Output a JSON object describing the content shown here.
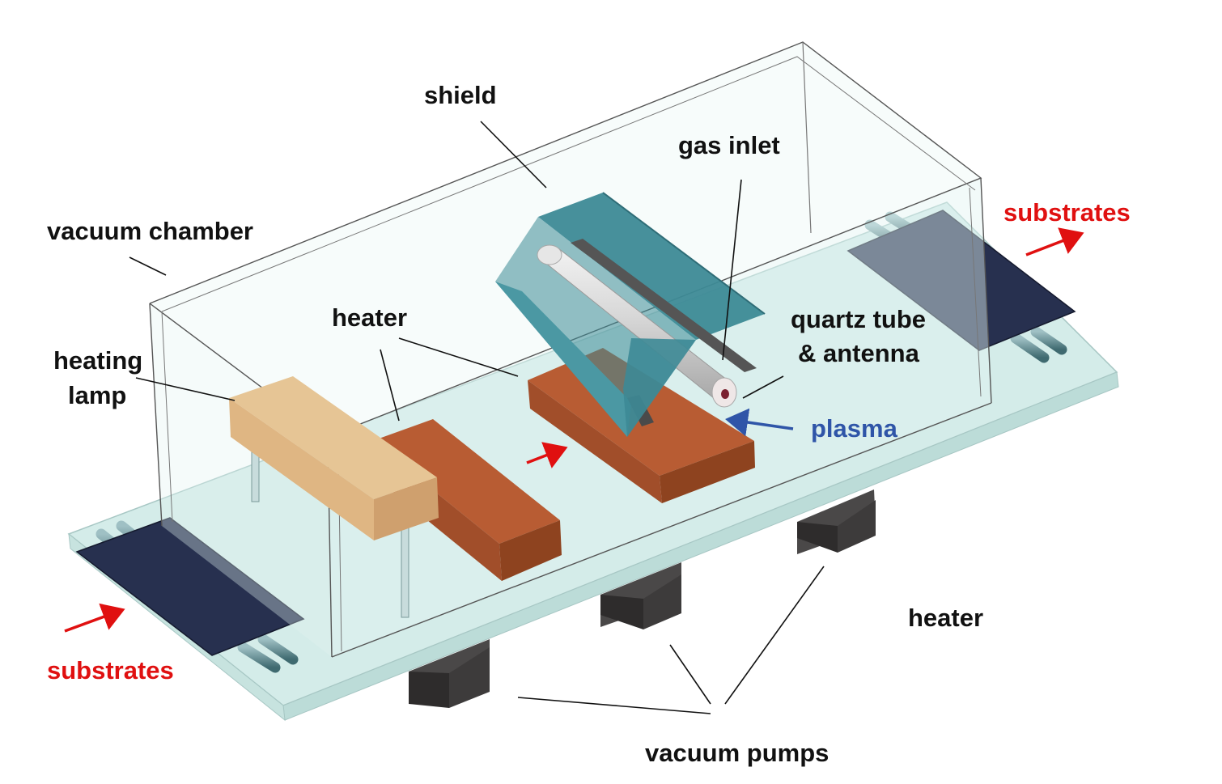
{
  "labels": {
    "shield": "shield",
    "gas_inlet": "gas inlet",
    "vacuum_chamber": "vacuum chamber",
    "heater_top": "heater",
    "heating_lamp_line1": "heating",
    "heating_lamp_line2": "lamp",
    "quartz_tube_line1": "quartz tube",
    "quartz_tube_line2": "& antenna",
    "plasma": "plasma",
    "substrates_right": "substrates",
    "substrates_left": "substrates",
    "heater_bottom": "heater",
    "vacuum_pumps": "vacuum pumps"
  },
  "colors": {
    "platform": "#d4ece9",
    "chamber_glass": "#e8f5f3",
    "shield": "#3d8a96",
    "heater_block": "#b85c33",
    "lamp": "#dfb683",
    "substrate": "#27304f",
    "pump": "#3d3b3b",
    "arrow_red": "#e01010",
    "arrow_blue": "#2f55a8"
  }
}
